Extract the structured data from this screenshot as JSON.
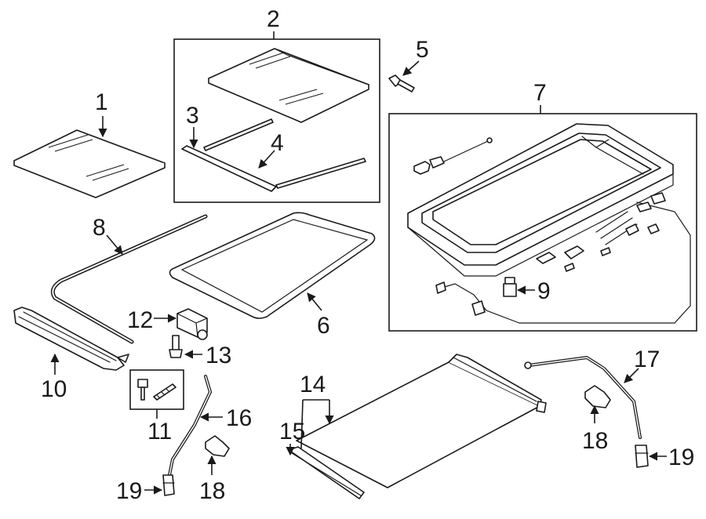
{
  "callouts": {
    "c1": "1",
    "c2": "2",
    "c3": "3",
    "c4": "4",
    "c5": "5",
    "c6": "6",
    "c7": "7",
    "c8": "8",
    "c9": "9",
    "c10": "10",
    "c11": "11",
    "c12": "12",
    "c13": "13",
    "c14": "14",
    "c15": "15",
    "c16": "16",
    "c17": "17",
    "c18a": "18",
    "c18b": "18",
    "c19a": "19",
    "c19b": "19"
  },
  "colors": {
    "line": "#1a1a1a",
    "background": "#ffffff"
  }
}
